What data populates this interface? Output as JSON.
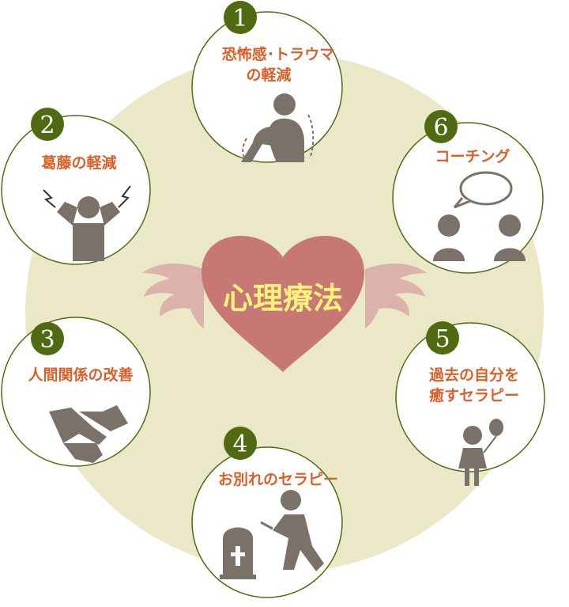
{
  "center": {
    "title": "心理療法"
  },
  "items": [
    {
      "number": "1",
      "lines": [
        "恐怖感･トラウマ",
        "の軽減"
      ],
      "icon": "person-hugging-knees-icon"
    },
    {
      "number": "2",
      "lines": [
        "葛藤の軽減"
      ],
      "icon": "stressed-person-icon"
    },
    {
      "number": "3",
      "lines": [
        "人間関係の改善"
      ],
      "icon": "handshake-icon"
    },
    {
      "number": "4",
      "lines": [
        "お別れのセラピー"
      ],
      "icon": "grave-flower-icon"
    },
    {
      "number": "5",
      "lines": [
        "過去の自分を",
        "癒すセラピー"
      ],
      "icon": "child-balloon-icon"
    },
    {
      "number": "6",
      "lines": [
        "コーチング"
      ],
      "icon": "two-people-talking-icon"
    }
  ],
  "colors": {
    "background_circle": "#ebe8c8",
    "badge": "#4e6b12",
    "label": "#d9602a",
    "heart": "#c87874",
    "wings": "#dcb3aa",
    "figure": "#7a7269"
  }
}
